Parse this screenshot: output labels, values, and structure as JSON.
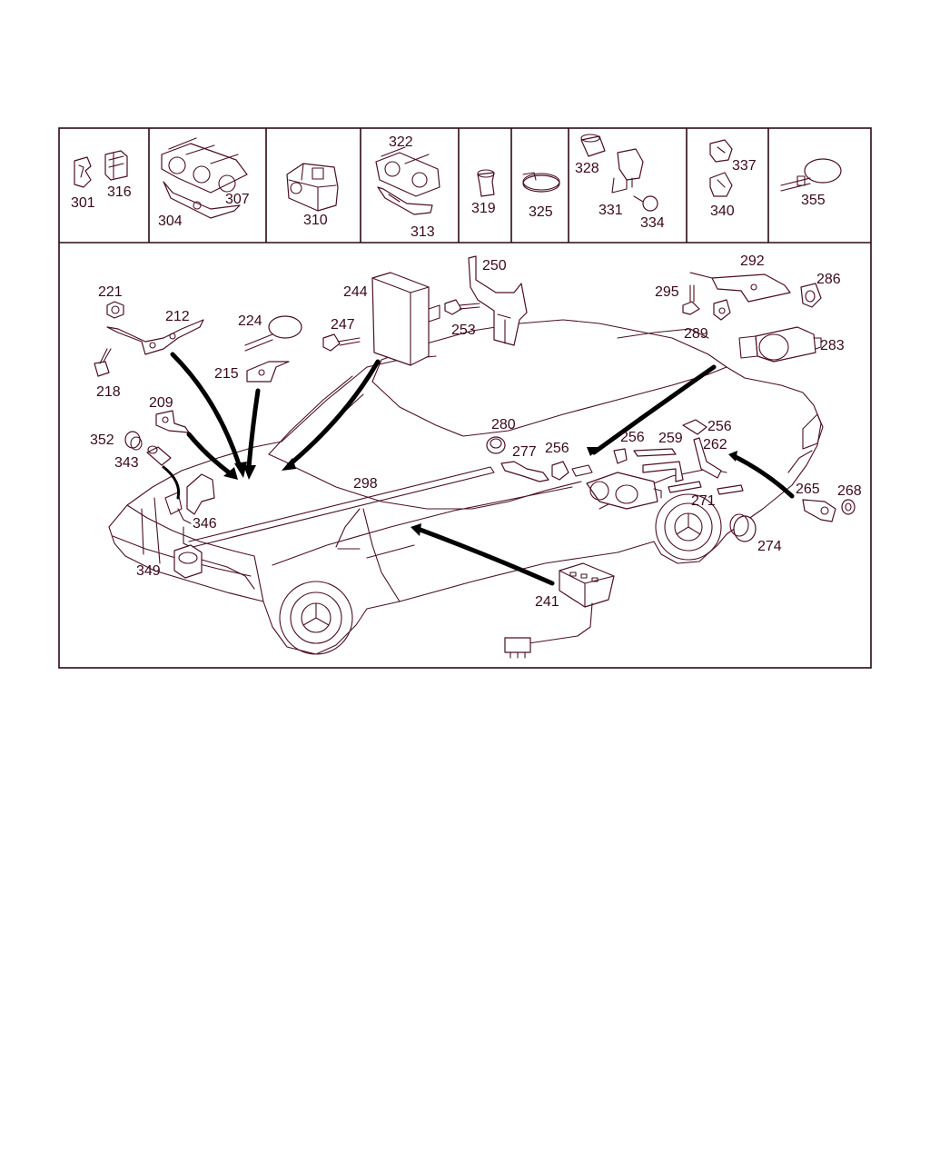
{
  "diagram": {
    "top_row_labels": [
      "301",
      "316",
      "304",
      "307",
      "310",
      "322",
      "313",
      "319",
      "325",
      "328",
      "331",
      "334",
      "337",
      "340",
      "355"
    ],
    "main_labels": [
      "221",
      "212",
      "218",
      "224",
      "215",
      "247",
      "244",
      "250",
      "253",
      "209",
      "352",
      "343",
      "346",
      "349",
      "298",
      "280",
      "277",
      "256",
      "256",
      "256",
      "259",
      "262",
      "271",
      "265",
      "268",
      "274",
      "241",
      "292",
      "286",
      "295",
      "289",
      "283"
    ]
  }
}
